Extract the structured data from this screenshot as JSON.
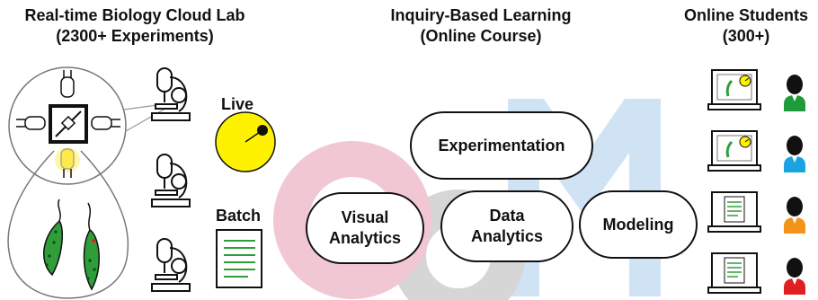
{
  "columns": {
    "cloud_lab": {
      "line1": "Real-time Biology Cloud Lab",
      "line2": "(2300+ Experiments)"
    },
    "learning": {
      "line1": "Inquiry-Based Learning",
      "line2": "(Online Course)"
    },
    "students": {
      "line1": "Online Students",
      "line2": "(300+)"
    }
  },
  "modes": {
    "live": "Live",
    "batch": "Batch"
  },
  "activities": {
    "experimentation": "Experimentation",
    "visual_line1": "Visual",
    "visual_line2": "Analytics",
    "data_line1": "Data",
    "data_line2": "Analytics",
    "modeling": "Modeling"
  },
  "student_colors": [
    "#1f9a3a",
    "#1aa3e0",
    "#f39419",
    "#e02020"
  ],
  "colors": {
    "logo_pink": "#f2c7d4",
    "logo_gray": "#d6d6d6",
    "logo_blue": "#cfe3f5",
    "live_circle": "#fff200",
    "led_glow": "#fff27a",
    "euglena": "#2f9e3a"
  }
}
